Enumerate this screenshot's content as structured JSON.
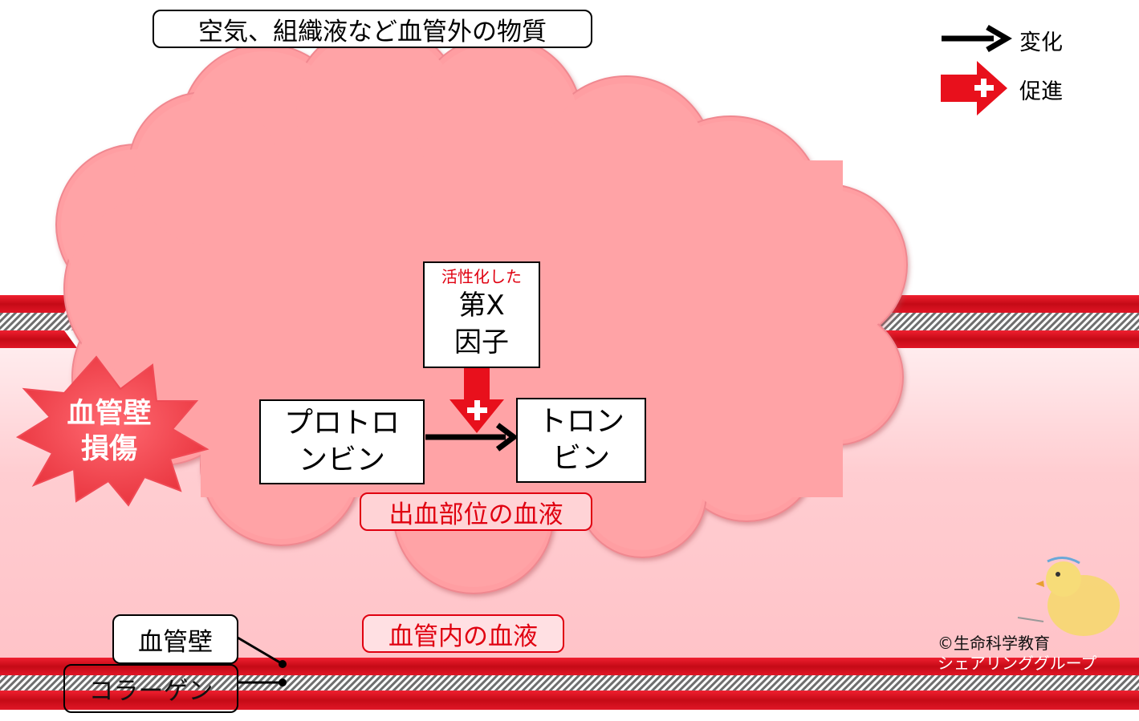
{
  "title_box": "空気、組織液など血管外の物質",
  "legend": {
    "change_label": "変化",
    "promote_label": "促進"
  },
  "damage_label": {
    "line1": "血管壁",
    "line2": "損傷"
  },
  "factor_box": {
    "small": "活性化した",
    "line1": "第X",
    "line2": "因子"
  },
  "prothrombin_box": {
    "line1": "プロトロ",
    "line2": "ンビン"
  },
  "thrombin_box": {
    "line1": "トロン",
    "line2": "ビン"
  },
  "bleeding_blood_label": "出血部位の血液",
  "vessel_blood_label": "血管内の血液",
  "vessel_wall_label": "血管壁",
  "collagen_label": "コラーゲン",
  "credit": {
    "line1": "©生命科学教育",
    "line2": "シェアリンググループ"
  },
  "colors": {
    "cloud": "#ffa3a6",
    "vessel_red": "#d7101e",
    "blood_light": "#ffd0d3",
    "label_red": "#e00010"
  }
}
